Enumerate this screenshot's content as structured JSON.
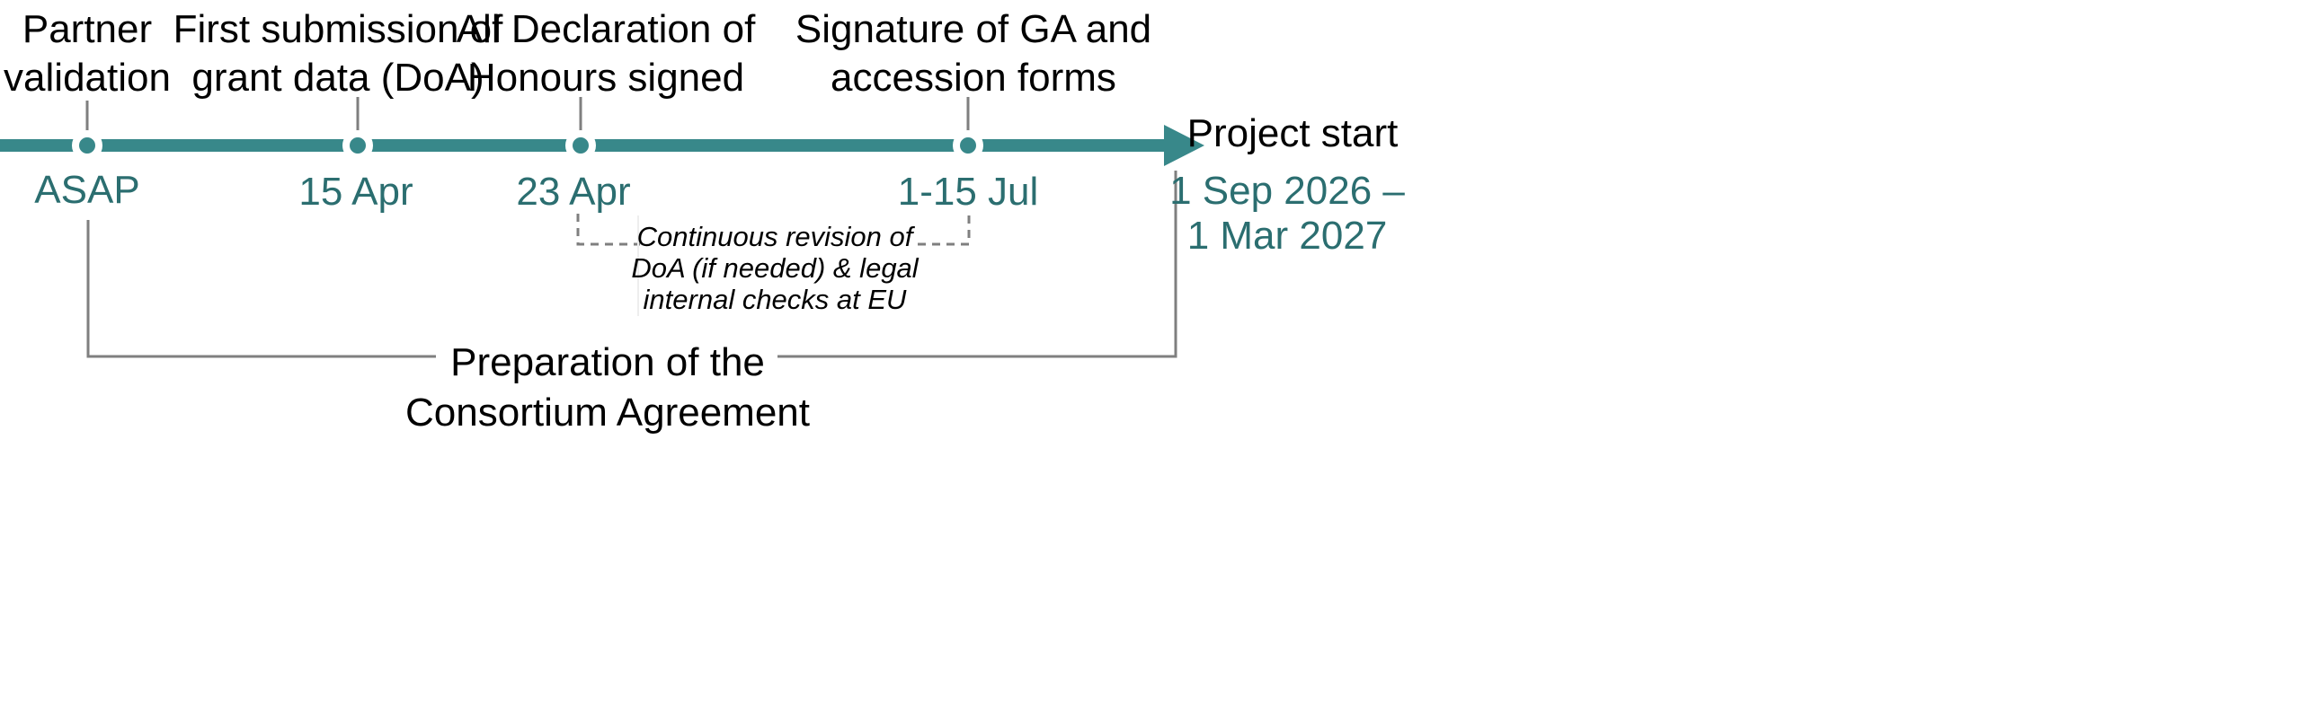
{
  "colors": {
    "line": "#38888a",
    "date": "#2b6e70",
    "connector": "#7f7f7f"
  },
  "milestones": [
    {
      "title_lines": [
        "Partner",
        "validation"
      ],
      "date": "ASAP"
    },
    {
      "title_lines": [
        "First submission of",
        "grant data (DoA)"
      ],
      "date": "15 Apr"
    },
    {
      "title_lines": [
        "All Declaration of",
        "Honours signed"
      ],
      "date": "23 Apr"
    },
    {
      "title_lines": [
        "Signature of GA and",
        "accession forms"
      ],
      "date": "1-15 Jul"
    }
  ],
  "end": {
    "title": "Project start",
    "date_lines": [
      "1 Sep 2026 –",
      "1 Mar 2027"
    ]
  },
  "revision_note": [
    "Continuous revision of",
    "DoA (if needed) & legal",
    "internal checks at EU"
  ],
  "consortium": [
    "Preparation of the",
    "Consortium Agreement"
  ]
}
